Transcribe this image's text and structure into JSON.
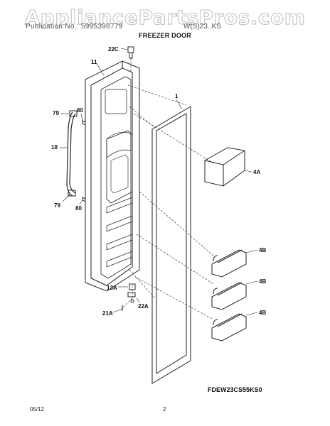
{
  "watermark": "AppliancePartsPros.com",
  "header": {
    "left_text": "Publication No.: 5995396779",
    "right_text": "W(S)23..KS",
    "title": "FREEZER DOOR"
  },
  "footer": {
    "model": "FDEW23CS55KS0",
    "date": "05/12",
    "page": "2"
  },
  "callouts": {
    "c22C": "22C",
    "c11": "11",
    "c1": "1",
    "c79a": "79",
    "c80a": "80",
    "c18": "18",
    "c79b": "79",
    "c80b": "80",
    "c4A": "4A",
    "c4B1": "4B",
    "c4B2": "4B",
    "c4B3": "4B",
    "c13A": "13A",
    "c22A": "22A",
    "c21A": "21A"
  },
  "colors": {
    "line": "#222222",
    "watermark_stroke": "#b8b8b8"
  }
}
